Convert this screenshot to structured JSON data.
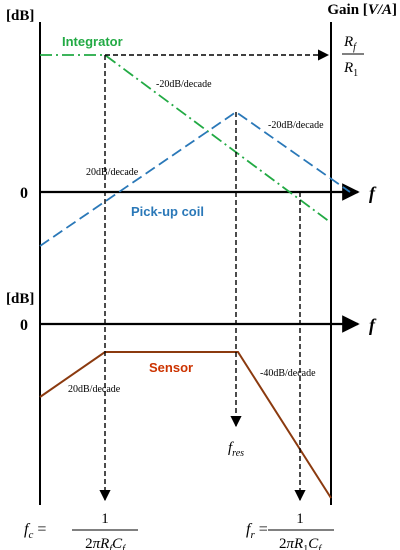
{
  "colors": {
    "integrator": "#22aa44",
    "pickup": "#2a78b8",
    "sensor": "#8b3a0f",
    "axis": "#000000"
  },
  "labels": {
    "db_top": "[dB]",
    "db_bottom": "[dB]",
    "gain_axis": "Gain [V/A]",
    "zero_top": "0",
    "zero_bottom": "0",
    "f_top": "f",
    "f_bottom": "f",
    "integrator": "Integrator",
    "pickup": "Pick-up coil",
    "sensor": "Sensor",
    "slope_integrator": "-20dB/decade",
    "slope_pickup_down": "-20dB/decade",
    "slope_pickup_up": "20dB/decade",
    "slope_sensor_up": "20dB/decade",
    "slope_sensor_down": "-40dB/decade",
    "gain_ratio_num": "R_f",
    "gain_ratio_den": "R_1",
    "f_res": "f_res",
    "fc_label": "f_c",
    "fc_formula": "1 / (2πR_f C_f)",
    "fr_label": "f_r",
    "fr_formula": "1 / (2πR_1 C_f)"
  }
}
